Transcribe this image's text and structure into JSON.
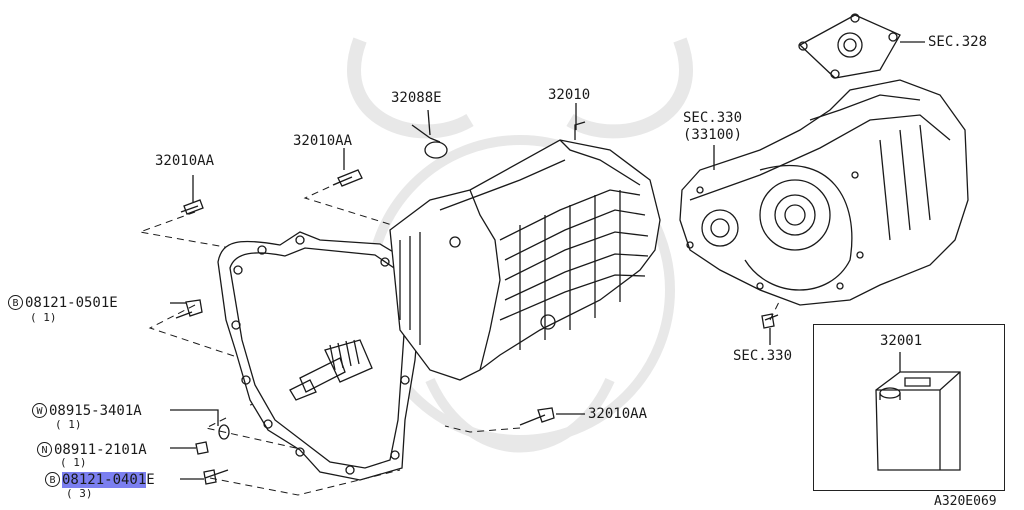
{
  "diagram": {
    "figure_code": "A320E069",
    "labels": {
      "bolt_top_left": "32010AA",
      "bolt_top_mid": "32010AA",
      "clip": "32088E",
      "transmission": "32010",
      "bolt_right": "32010AA",
      "sec_330_upper": "SEC.330",
      "sec_330_upper_sub": "(33100)",
      "sec_328": "SEC.328",
      "sec_330_lower": "SEC.330",
      "oil_can": "32001"
    },
    "fasteners": [
      {
        "prefix": "B",
        "part": "08121-0501E",
        "qty": "( 1)",
        "highlighted": false
      },
      {
        "prefix": "W",
        "part": "08915-3401A",
        "qty": "( 1)",
        "highlighted": false
      },
      {
        "prefix": "N",
        "part": "08911-2101A",
        "qty": "( 1)",
        "highlighted": false
      },
      {
        "prefix": "B",
        "part": "08121-0401",
        "part_suffix": "E",
        "qty": "( 3)",
        "highlighted": true
      }
    ],
    "colors": {
      "line": "#1a1a1a",
      "highlight": "#7b7ff0",
      "watermark": "#e6e6e6"
    }
  }
}
